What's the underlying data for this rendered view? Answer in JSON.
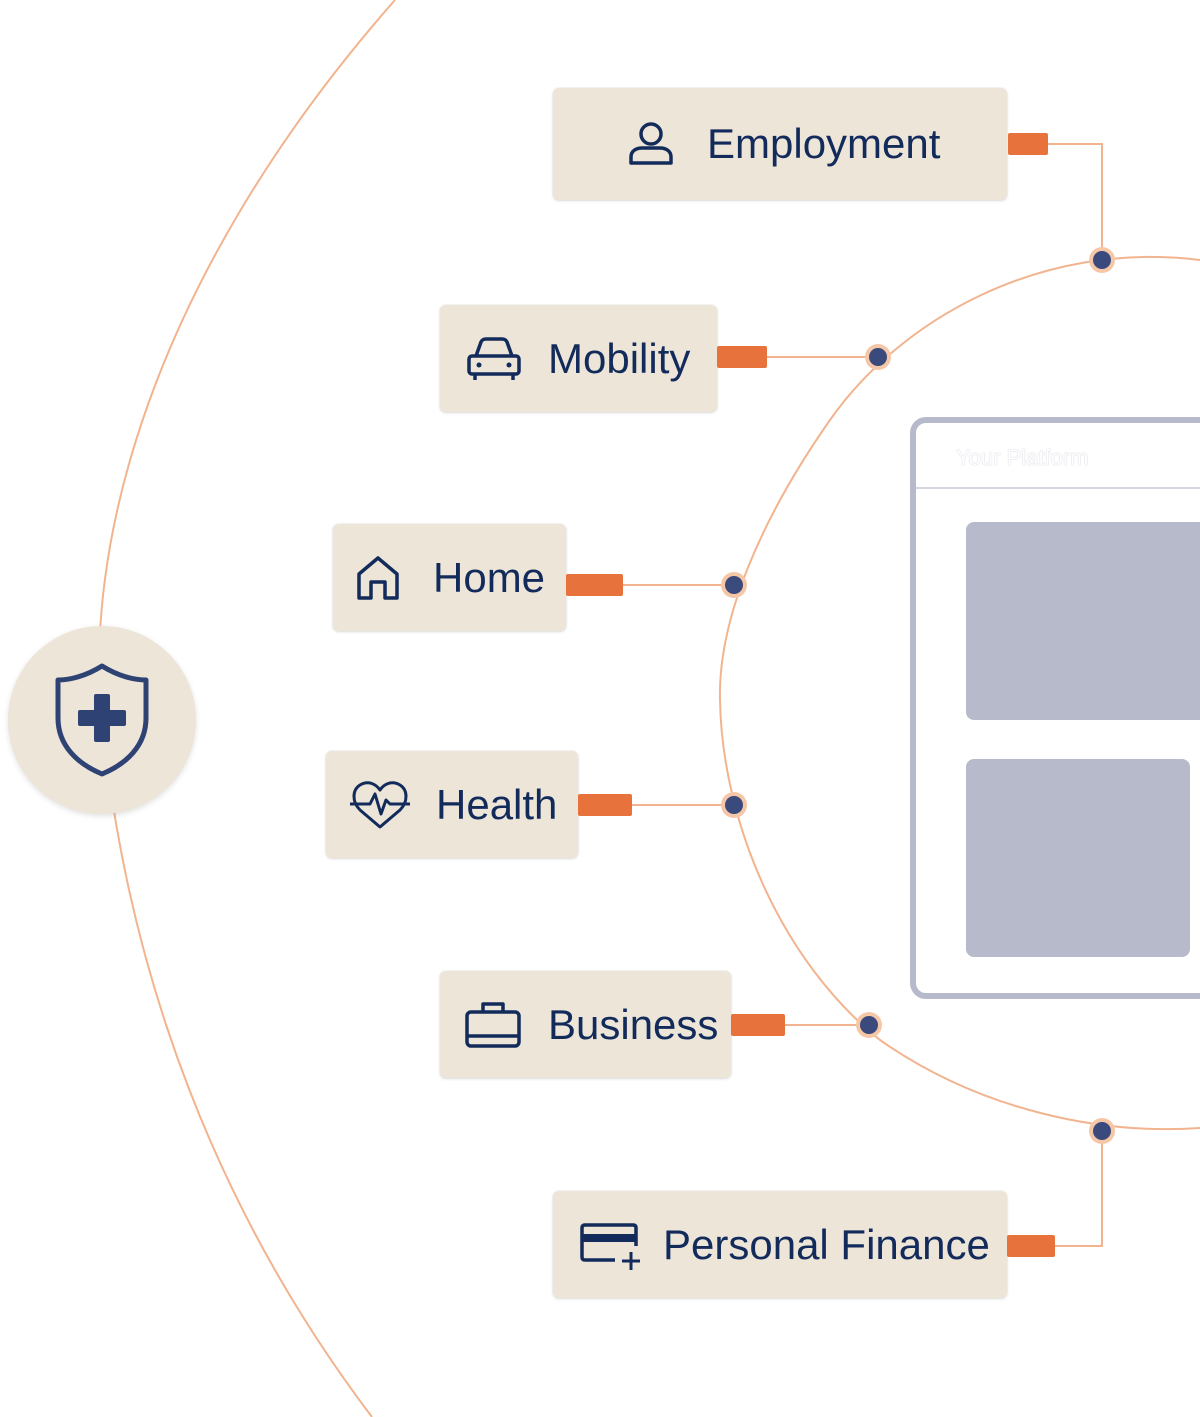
{
  "colors": {
    "card_bg": "#ece5d8",
    "navy": "#132b5b",
    "accent_orange": "#e8723c",
    "line_peach": "#f2b48f",
    "platform_gray": "#b7bacb",
    "node_navy": "#3a4a7c"
  },
  "hub": {
    "icon": "shield-plus-icon"
  },
  "categories": [
    {
      "id": "employment",
      "label": "Employment",
      "icon": "person-icon"
    },
    {
      "id": "mobility",
      "label": "Mobility",
      "icon": "car-icon"
    },
    {
      "id": "home",
      "label": "Home",
      "icon": "house-icon"
    },
    {
      "id": "health",
      "label": "Health",
      "icon": "heartbeat-icon"
    },
    {
      "id": "business",
      "label": "Business",
      "icon": "briefcase-icon"
    },
    {
      "id": "personal_finance",
      "label": "Personal Finance",
      "icon": "credit-card-plus-icon"
    }
  ],
  "platform": {
    "title": "Your Platform"
  }
}
